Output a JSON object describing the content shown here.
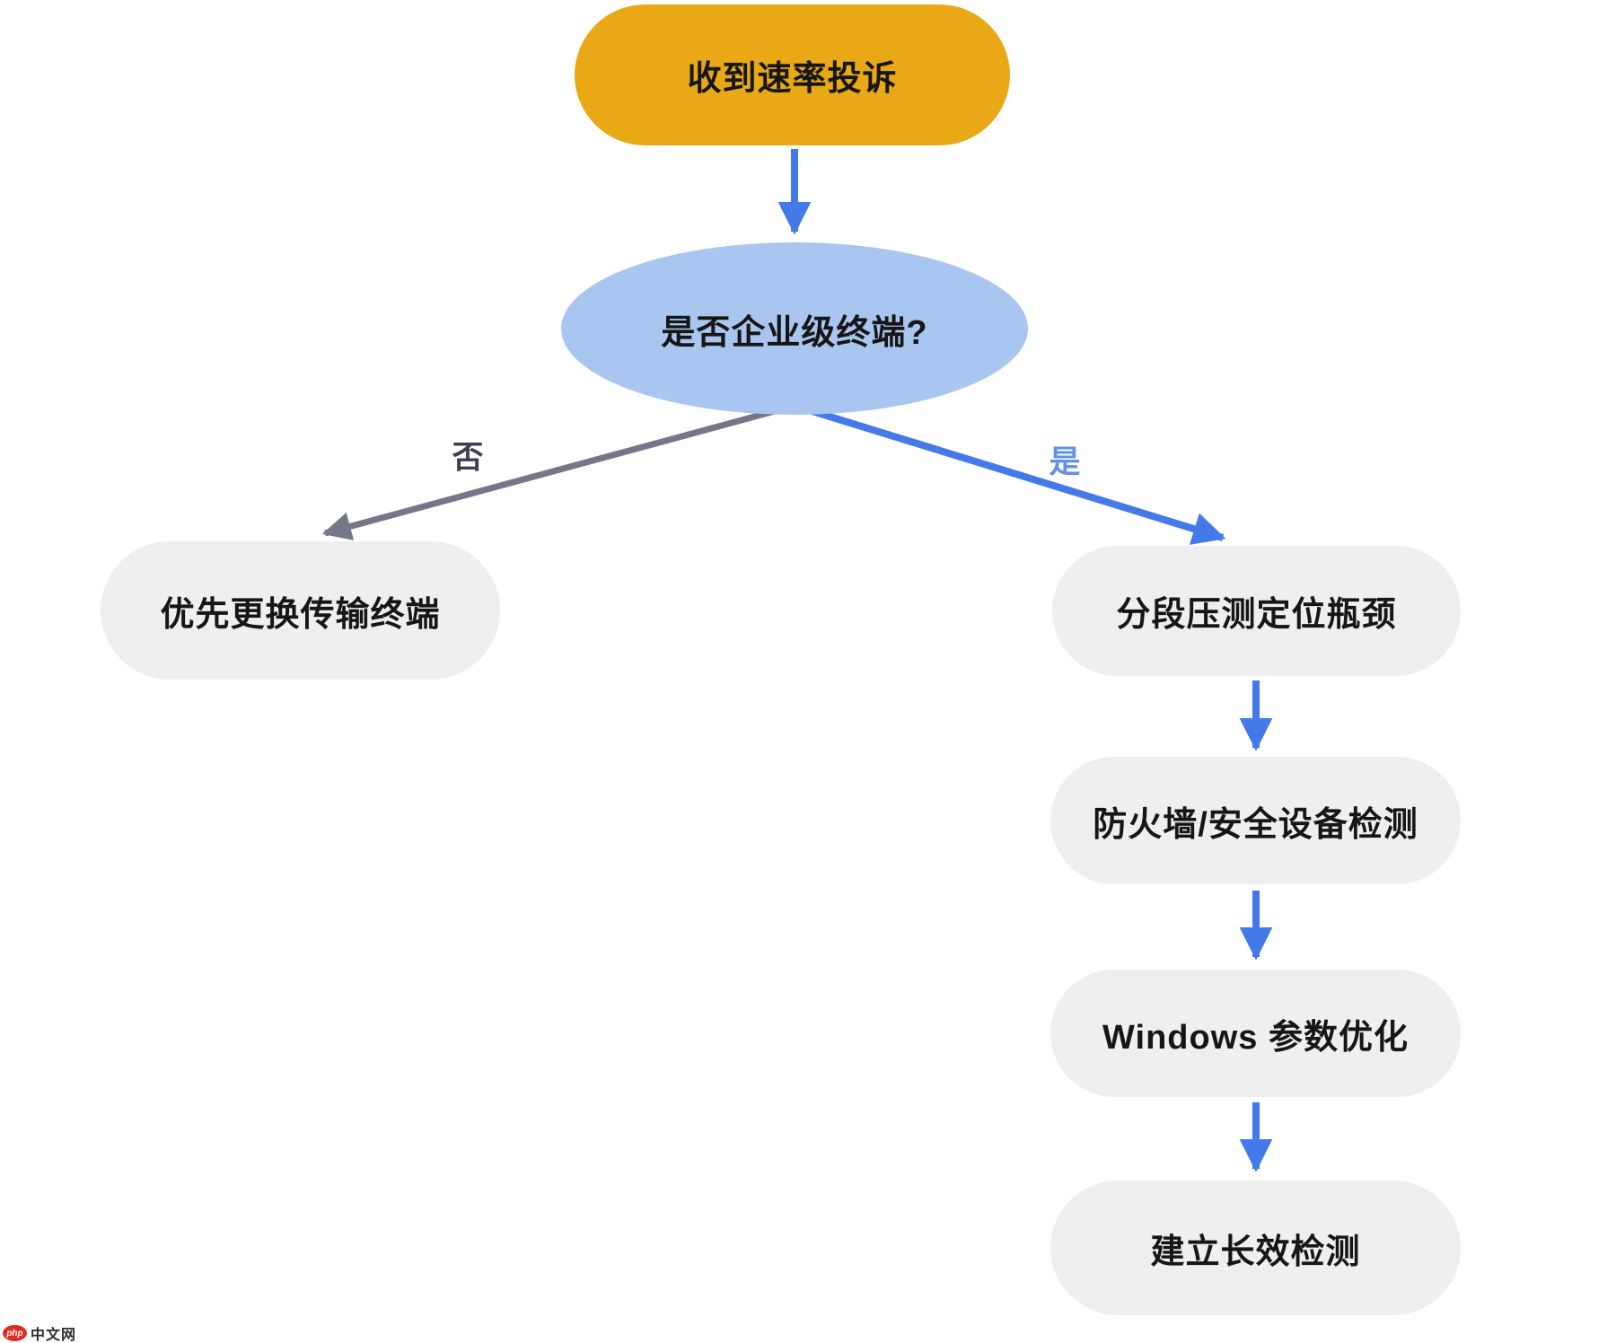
{
  "diagram": {
    "nodes": {
      "start": {
        "label": "收到速率投诉",
        "shape": "pill",
        "fill": "#E9A815"
      },
      "decision": {
        "label": "是否企业级终端?",
        "shape": "ellipse",
        "fill": "#A9C6F1"
      },
      "no_action": {
        "label": "优先更换传输终端",
        "shape": "pill",
        "fill": "#EFEFF0"
      },
      "yes_step1": {
        "label": "分段压测定位瓶颈",
        "shape": "pill",
        "fill": "#EFEFF0"
      },
      "yes_step2": {
        "label": "防火墙/安全设备检测",
        "shape": "pill",
        "fill": "#EFEFF0"
      },
      "yes_step3": {
        "label": "Windows 参数优化",
        "shape": "pill",
        "fill": "#EFEFF0"
      },
      "yes_step4": {
        "label": "建立长效检测",
        "shape": "pill",
        "fill": "#EFEFF0"
      }
    },
    "edges": {
      "no_label": "否",
      "yes_label": "是"
    },
    "colors": {
      "arrow_blue": "#4379E8",
      "arrow_gray": "#737789",
      "no_label_color": "#3C4150",
      "yes_label_color": "#6292E4",
      "node_text_color": "#161616"
    }
  },
  "watermark": {
    "logo_text": "php",
    "site_text": "中文网",
    "logo_color": "#E02A22"
  }
}
